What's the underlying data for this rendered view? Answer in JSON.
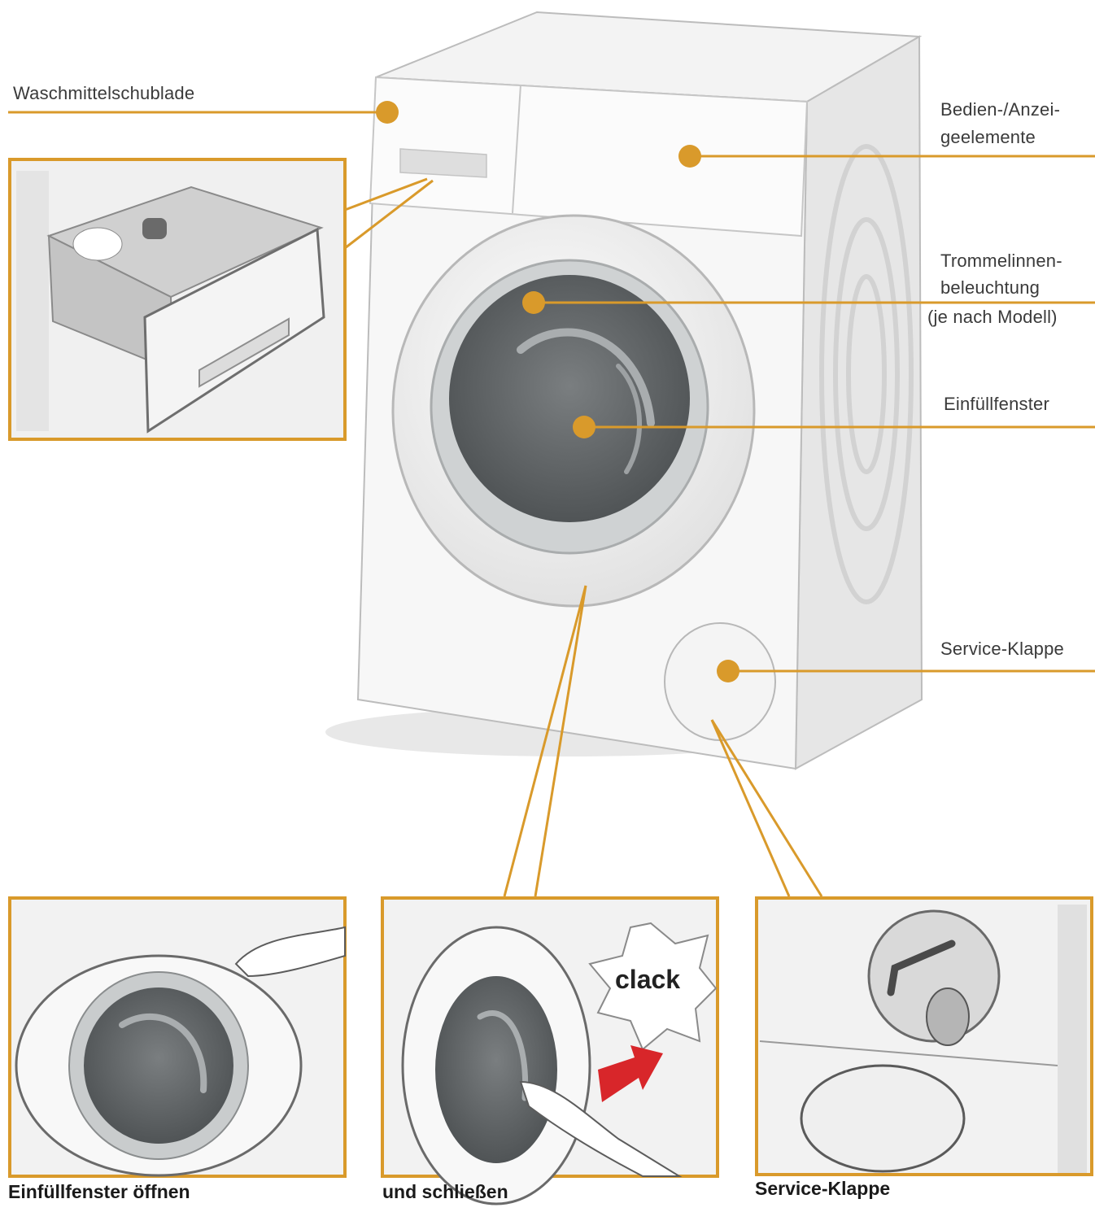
{
  "colors": {
    "accent": "#D99A2B",
    "machine_body": "#F2F2F2",
    "machine_shadow": "#C8C8C8",
    "drum_dark": "#5E6264",
    "arrow_red": "#D8262A"
  },
  "callouts": {
    "detergent_drawer": "Waschmittelschublade",
    "controls_line1": "Bedien-/Anzei-",
    "controls_line2": "geelemente",
    "drum_light_line1": "Trommelinnen-",
    "drum_light_line2": "beleuchtung",
    "drum_light_line3": "(je nach Modell)",
    "filling_window": "Einfüllfenster",
    "service_flap": "Service-Klappe"
  },
  "panels": {
    "open_caption": "Einfüllfenster öffnen",
    "close_caption": "und schließen",
    "close_sound": "clack",
    "service_caption": "Service-Klappe"
  }
}
